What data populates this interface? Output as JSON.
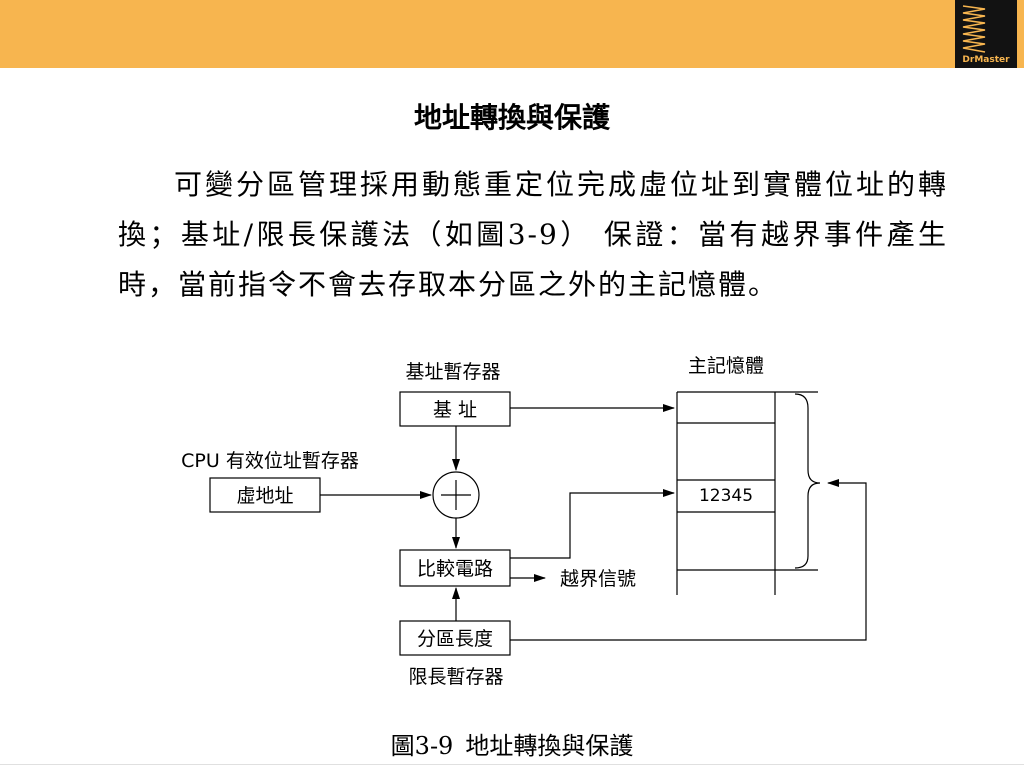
{
  "header": {
    "logo_text": "DrMaster",
    "bar_color": "#f7b54f",
    "logo_bg": "#121212"
  },
  "slide": {
    "title": "地址轉換與保護",
    "paragraph": "可變分區管理採用動態重定位完成虛位址到實體位址的轉換；基址/限長保護法（如圖3-9） 保證：當有越界事件產生時，當前指令不會去存取本分區之外的主記憶體。"
  },
  "diagram": {
    "base_register_label": "基址暫存器",
    "base_box": "基 址",
    "cpu_register_label": "CPU 有效位址暫存器",
    "virtual_box": "虛地址",
    "adder_icon": "plus-circle-icon",
    "compare_box": "比較電路",
    "overflow_label": "越界信號",
    "length_box": "分區長度",
    "limit_register_label": "限長暫存器",
    "memory_label": "主記憶體",
    "memory_value": "12345"
  },
  "caption": {
    "figure_no": "圖3-9",
    "text": "地址轉換與保護"
  }
}
